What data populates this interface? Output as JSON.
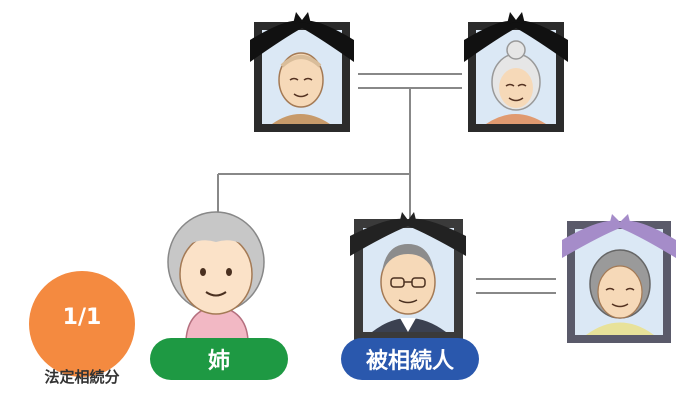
{
  "people": {
    "sister": {
      "label": "姉",
      "color": "#1e9943"
    },
    "deceased": {
      "label": "被相続人",
      "color": "#2a58ad"
    }
  },
  "share": {
    "value": "1/1",
    "caption": "法定相続分",
    "color": "#f48a40"
  }
}
